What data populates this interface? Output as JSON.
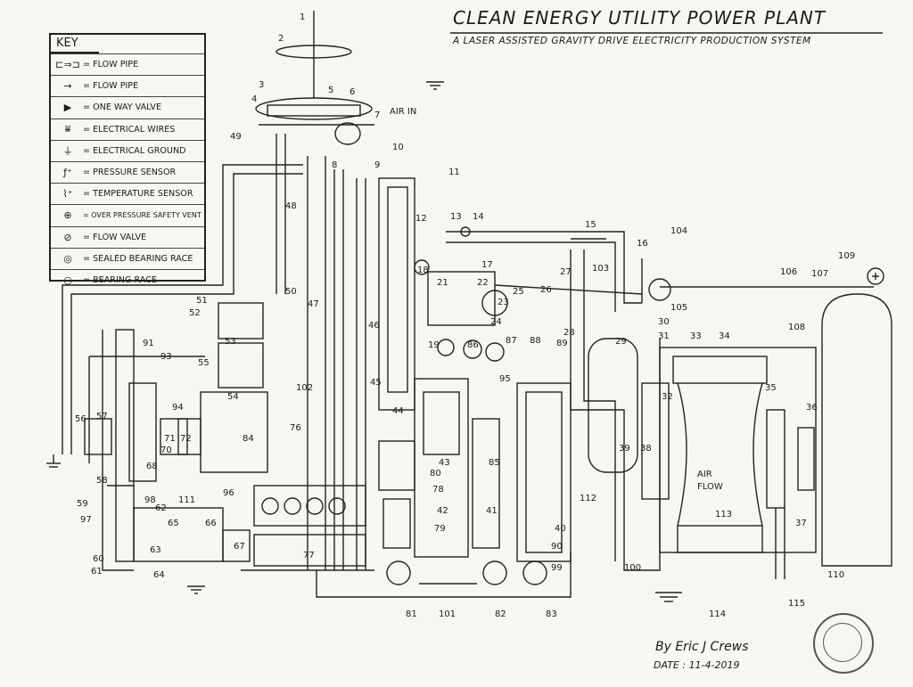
{
  "title": "CLEAN ENERGY UTILITY POWER PLANT",
  "subtitle": "A LASER ASSISTED GRAVITY DRIVE ELECTRICITY PRODUCTION SYSTEM",
  "key": {
    "heading": "KEY",
    "items": [
      {
        "icon": "flow-pipe-double-icon",
        "symbol": "⊏⇒⊐",
        "label": "= FLOW PIPE"
      },
      {
        "icon": "flow-pipe-single-icon",
        "symbol": "→",
        "label": "= FLOW PIPE"
      },
      {
        "icon": "one-way-valve-icon",
        "symbol": "▶",
        "label": "= ONE WAY VALVE"
      },
      {
        "icon": "electrical-wires-icon",
        "symbol": "⩸",
        "label": "= ELECTRICAL WIRES"
      },
      {
        "icon": "electrical-ground-icon",
        "symbol": "⏚",
        "label": "= ELECTRICAL GROUND"
      },
      {
        "icon": "pressure-sensor-icon",
        "symbol": "ƒ⁺",
        "label": "= PRESSURE SENSOR"
      },
      {
        "icon": "temperature-sensor-icon",
        "symbol": "⌇⁺",
        "label": "= TEMPERATURE SENSOR"
      },
      {
        "icon": "over-pressure-vent-icon",
        "symbol": "⊕",
        "label": "= OVER PRESSURE SAFETY VENT"
      },
      {
        "icon": "flow-valve-icon",
        "symbol": "⊘",
        "label": "= FLOW VALVE"
      },
      {
        "icon": "sealed-bearing-race-icon",
        "symbol": "◎",
        "label": "= SEALED BEARING RACE"
      },
      {
        "icon": "bearing-race-icon",
        "symbol": "○",
        "label": "= BEARING RACE"
      }
    ]
  },
  "annotations": {
    "air_in": "AIR IN",
    "air_flow_line1": "AIR",
    "air_flow_line2": "FLOW"
  },
  "signature": {
    "by": "By Eric J Crews",
    "date": "DATE : 11-4-2019"
  },
  "part_numbers": [
    "1",
    "2",
    "3",
    "4",
    "5",
    "6",
    "7",
    "8",
    "9",
    "10",
    "11",
    "12",
    "13",
    "14",
    "15",
    "16",
    "17",
    "18",
    "19",
    "21",
    "22",
    "23",
    "24",
    "25",
    "26",
    "27",
    "28",
    "29",
    "30",
    "31",
    "32",
    "33",
    "34",
    "35",
    "36",
    "37",
    "38",
    "39",
    "40",
    "41",
    "42",
    "43",
    "44",
    "45",
    "46",
    "47",
    "48",
    "49",
    "50",
    "51",
    "52",
    "53",
    "54",
    "55",
    "56",
    "57",
    "58",
    "59",
    "60",
    "61",
    "62",
    "63",
    "64",
    "65",
    "66",
    "67",
    "68",
    "70",
    "71",
    "72",
    "76",
    "77",
    "78",
    "79",
    "80",
    "81",
    "82",
    "83",
    "84",
    "85",
    "86",
    "87",
    "88",
    "89",
    "90",
    "91",
    "93",
    "94",
    "95",
    "96",
    "97",
    "98",
    "99",
    "100",
    "101",
    "102",
    "103",
    "104",
    "105",
    "106",
    "107",
    "108",
    "109",
    "110",
    "111",
    "112",
    "113",
    "114",
    "115"
  ]
}
